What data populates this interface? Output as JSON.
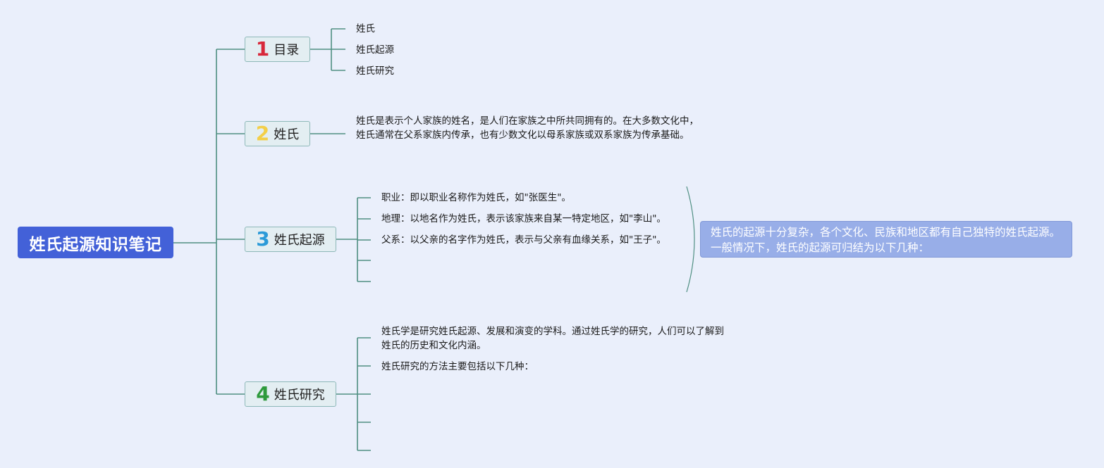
{
  "root": {
    "title": "姓氏起源知识笔记"
  },
  "branches": [
    {
      "num": "1",
      "label": "目录",
      "color": "#d8283a"
    },
    {
      "num": "2",
      "label": "姓氏",
      "color": "#f3cf48"
    },
    {
      "num": "3",
      "label": "姓氏起源",
      "color": "#2b9ad8"
    },
    {
      "num": "4",
      "label": "姓氏研究",
      "color": "#2e9a3c"
    }
  ],
  "toc": [
    "姓氏",
    "姓氏起源",
    "姓氏研究"
  ],
  "surname_desc": "姓氏是表示个人家族的姓名，是人们在家族之中所共同拥有的。在大多数文化中，姓氏通常在父系家族内传承，也有少数文化以母系家族或双系家族为传承基础。",
  "origin_items": [
    "职业：即以职业名称作为姓氏，如\"张医生\"。",
    "地理：以地名作为姓氏，表示该家族来自某一特定地区，如\"李山\"。",
    "父系：以父亲的名字作为姓氏，表示与父亲有血缘关系，如\"王子\"。"
  ],
  "origin_note": "姓氏的起源十分复杂，各个文化、民族和地区都有自己独特的姓氏起源。一般情况下，姓氏的起源可归结为以下几种：",
  "research_items": [
    "姓氏学是研究姓氏起源、发展和演变的学科。通过姓氏学的研究，人们可以了解到姓氏的历史和文化内涵。",
    "姓氏研究的方法主要包括以下几种："
  ]
}
